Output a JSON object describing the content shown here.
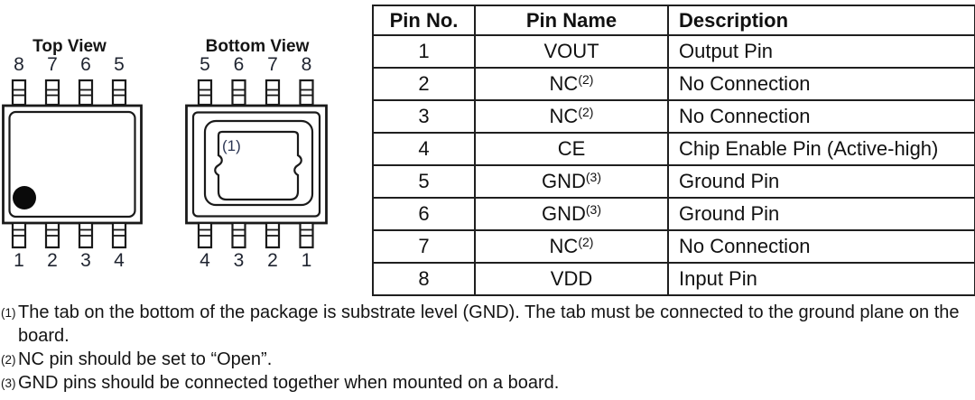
{
  "colors": {
    "ink": "#141414",
    "line": "#1a1a1a",
    "background": "#ffffff"
  },
  "diagrams": {
    "top_view": {
      "title": "Top View",
      "top_pin_numbers": [
        "8",
        "7",
        "6",
        "5"
      ],
      "bottom_pin_numbers": [
        "1",
        "2",
        "3",
        "4"
      ]
    },
    "bottom_view": {
      "title": "Bottom View",
      "top_pin_numbers": [
        "5",
        "6",
        "7",
        "8"
      ],
      "bottom_pin_numbers": [
        "4",
        "3",
        "2",
        "1"
      ],
      "tab_note_ref": "(1)"
    }
  },
  "pin_table": {
    "headers": {
      "no": "Pin No.",
      "name": "Pin Name",
      "desc": "Description"
    },
    "rows": [
      {
        "no": "1",
        "name": "VOUT",
        "name_sup": "",
        "desc": "Output Pin"
      },
      {
        "no": "2",
        "name": "NC",
        "name_sup": "(2)",
        "desc": "No Connection"
      },
      {
        "no": "3",
        "name": "NC",
        "name_sup": "(2)",
        "desc": "No Connection"
      },
      {
        "no": "4",
        "name": "CE",
        "name_sup": "",
        "desc": "Chip Enable Pin (Active-high)"
      },
      {
        "no": "5",
        "name": "GND",
        "name_sup": "(3)",
        "desc": "Ground Pin"
      },
      {
        "no": "6",
        "name": "GND",
        "name_sup": "(3)",
        "desc": "Ground Pin"
      },
      {
        "no": "7",
        "name": "NC",
        "name_sup": "(2)",
        "desc": "No Connection"
      },
      {
        "no": "8",
        "name": "VDD",
        "name_sup": "",
        "desc": "Input Pin"
      }
    ]
  },
  "footnotes": [
    {
      "marker": "(1)",
      "text": "The tab on the bottom of the package is substrate level (GND). The tab must be connected to the ground plane on the board."
    },
    {
      "marker": "(2)",
      "text": "NC pin should be set to “Open”."
    },
    {
      "marker": "(3)",
      "text": "GND pins should be connected together when mounted on a board."
    }
  ]
}
